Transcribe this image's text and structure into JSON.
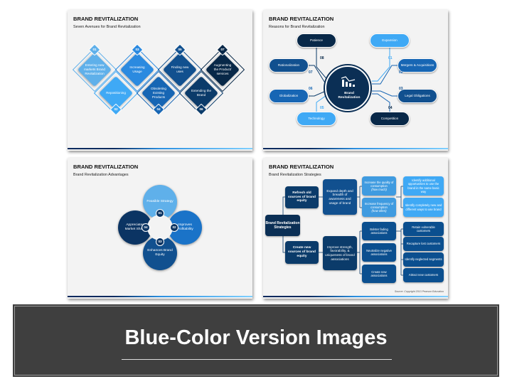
{
  "slides": [
    {
      "title": "BRAND REVITALIZATION",
      "subtitle": "Seven Avenues for Brand Revitalization",
      "items": [
        {
          "num": "01",
          "label": "Entering new markets Brand Revitalization",
          "color": "#5fb0ea"
        },
        {
          "num": "02",
          "label": "Repositioning",
          "color": "#3fa9f5"
        },
        {
          "num": "03",
          "label": "Increasing Usage",
          "color": "#2b8ae0"
        },
        {
          "num": "04",
          "label": "Obsoleting Existing Products",
          "color": "#1766b4"
        },
        {
          "num": "05",
          "label": "Finding new uses",
          "color": "#11508f"
        },
        {
          "num": "06",
          "label": "Extending the Brand",
          "color": "#0b3b6a"
        },
        {
          "num": "07",
          "label": "Augmenting the Product/ services",
          "color": "#082848"
        }
      ]
    },
    {
      "title": "BRAND REVITALIZATION",
      "subtitle": "Reasons for Brand Revitalization",
      "center": "Brand Revitalization",
      "center_icon": "declining-chart-icon",
      "items": [
        {
          "num": "01",
          "label": "Expansion",
          "color": "#3fa9f5"
        },
        {
          "num": "02",
          "label": "Mergers & Acquisitions",
          "color": "#1766b4"
        },
        {
          "num": "03",
          "label": "Legal Obligations",
          "color": "#11508f"
        },
        {
          "num": "04",
          "label": "Competition",
          "color": "#082848"
        },
        {
          "num": "05",
          "label": "Technology",
          "color": "#3fa9f5"
        },
        {
          "num": "06",
          "label": "Globalization",
          "color": "#1766b4"
        },
        {
          "num": "07",
          "label": "Rationalization",
          "color": "#11508f"
        },
        {
          "num": "08",
          "label": "Patience",
          "color": "#082848"
        }
      ]
    },
    {
      "title": "BRAND REVITALIZATION",
      "subtitle": "Brand Revitalization Advantages",
      "items": [
        {
          "num": "01",
          "label": "Feasible Strategy",
          "color": "#5fb0ea"
        },
        {
          "num": "02",
          "label": "Improves Profitability",
          "color": "#1a73c8"
        },
        {
          "num": "03",
          "label": "Enhances Brand Equity",
          "color": "#11508f"
        },
        {
          "num": "04",
          "label": "Appreciates Market Share",
          "color": "#0b3463"
        }
      ]
    },
    {
      "title": "BRAND REVITALIZATION",
      "subtitle": "Brand Revitalization Strategies",
      "root": "Brand Revitalization Strategies",
      "branch1": "Refresh old sources of brand equity",
      "branch2": "Create new sources of brand equity",
      "mid1": "Expand depth and breadth of awareness and usage of brand",
      "mid2": "Improve strength, favorability, & uniqueness of brand associations",
      "c3": [
        "Increase the quality of consumption",
        "Increase frequency of consumption",
        "Bolster fading associations",
        "Neutralize negative associations",
        "Create new associations"
      ],
      "c3sub": [
        "(how much)",
        "(how often)"
      ],
      "c4": [
        "Identify additional opportunities to use the brand in the same basic way",
        "Identify completely new and different ways to use brand",
        "Retain vulnerable customers",
        "Recapture lost customers",
        "Identify neglected segments",
        "Attract new customers"
      ],
      "source": "Source: Copyright 2013 Pearson Education"
    }
  ],
  "banner": {
    "title": "Blue-Color Version Images"
  }
}
